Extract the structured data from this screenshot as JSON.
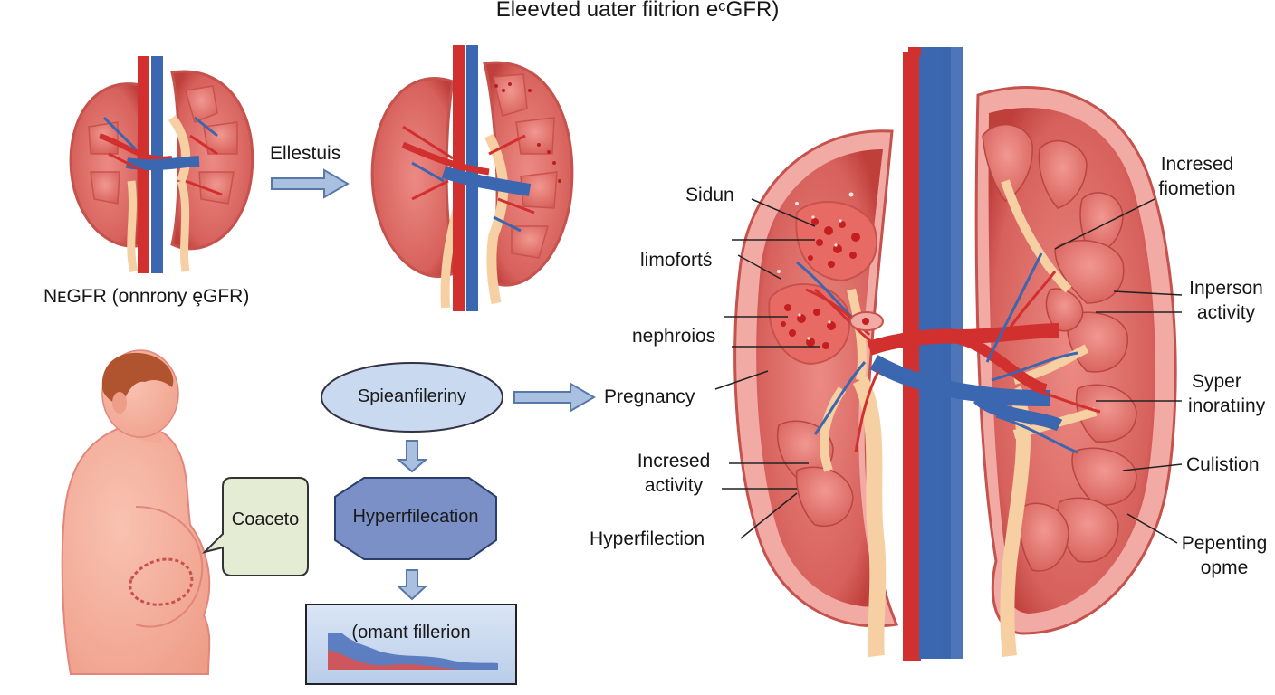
{
  "title": "Eleevted uater fiitrion eᶜGFR)",
  "left_panel": {
    "normal_kidney_caption": "NᴇGFR (onnrony ȩGFR)",
    "arrow_label": "Ellestuis"
  },
  "flow": {
    "ellipse_label": "Spieanfileriny",
    "hexagon_label": "Hyperrfilecation",
    "bottom_box_label": "(omant fillerion",
    "speech_bubble_label": "Coaceto"
  },
  "right_panel": {
    "pregnancy_label": "Pregnancy",
    "left_labels": {
      "sidun": "Sidun",
      "limoforts": "limofortś",
      "nephroios": "nephroios",
      "incresed_activity": [
        "Incresed",
        "activity"
      ],
      "hyperfilection": "Hyperfilection"
    },
    "right_labels": {
      "incresed_fiometion": [
        "Incresed",
        "fiometion"
      ],
      "inperson_activity": [
        "Inperson",
        "activity"
      ],
      "syper_inoratiny": [
        "Syper",
        "inoratıiny"
      ],
      "culistion": "Culistion",
      "pepenting_opme": [
        "Pepenting",
        "opme"
      ]
    }
  },
  "colors": {
    "kidney_fill": "#d96a66",
    "kidney_dark": "#c2403c",
    "kidney_light": "#f1a7a0",
    "artery": "#d22f2f",
    "vein": "#3b66b0",
    "ureter": "#f6cfa3",
    "arrow_blue": "#a9c0e0",
    "ellipse_fill": "#c9daf0",
    "hexagon_fill": "#7a90c6",
    "bubble_fill": "#e4ecd4",
    "skin": "#f3a996",
    "hair": "#b0532f"
  }
}
